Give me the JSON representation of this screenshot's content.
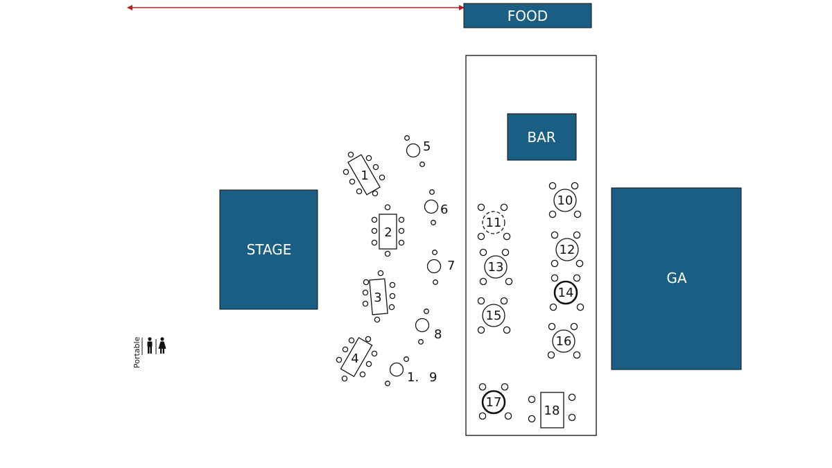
{
  "colors": {
    "block": "#1a5f83",
    "outline": "#111111",
    "arrow": "#b22222",
    "background": "#ffffff"
  },
  "areas": {
    "food": "FOOD",
    "bar": "BAR",
    "stage": "STAGE",
    "ga": "GA"
  },
  "restroom": {
    "label": "Portable",
    "icon": "restroom-icon"
  },
  "tables": {
    "t1": "1",
    "t2": "2",
    "t3": "3",
    "t4": "4",
    "t5": "5",
    "t6": "6",
    "t7": "7",
    "t8": "8",
    "t9a": "1.",
    "t9b": "9",
    "t10": "10",
    "t11": "11",
    "t12": "12",
    "t13": "13",
    "t14": "14",
    "t15": "15",
    "t16": "16",
    "t17": "17",
    "t18": "18"
  }
}
